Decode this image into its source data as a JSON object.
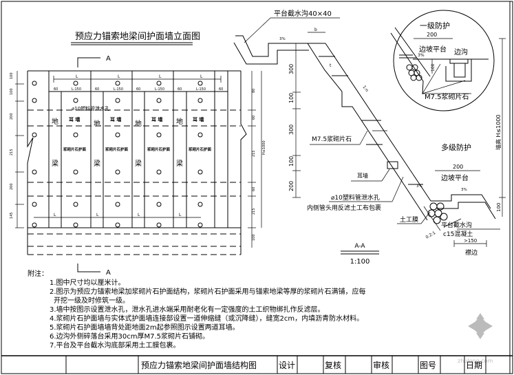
{
  "elevation": {
    "title": "预应力锚索地梁间护面墙立面图",
    "section_marker": "A",
    "beam_chars": [
      "地",
      "梁"
    ],
    "ear_wall_label": "耳 墙",
    "panel_label": "浆砌片石护面",
    "drain_label": "⌀10塑料管泄水孔",
    "dim_L": "L",
    "dim_L150": "L-150",
    "dim_60": "60",
    "left_dims": [
      "100",
      "100",
      "200",
      "215",
      "200",
      "145"
    ],
    "right_dims": [
      "80",
      "60",
      "215",
      "60",
      "215",
      "100"
    ],
    "total_height": "H≤1000"
  },
  "section": {
    "top_ditch_label": "平台截水沟40×40",
    "slope_3pct": "3%",
    "dim_b": "b",
    "dim_t": "t",
    "slope_ratio": "1:n",
    "dims_vertical": [
      "300",
      "100",
      "300",
      "100",
      "200",
      "100"
    ],
    "mortar_stone": "M7.5浆砌片石",
    "ear_wall": "耳墙",
    "drain_pipe": "⌀10塑料管泄水孔",
    "drain_wrap": "内侧管头用反滤土工布包裹",
    "geomembrane": "土工膜",
    "ratio_02": "0.2:1",
    "platform_ditch": "平台截水沟",
    "concrete": "c15混凝土",
    "dim_150": ">150",
    "berm_edge": "襟边",
    "height_label": "墙高 H≤1000",
    "multi_level": "多级防护",
    "slope_platform": "边坡平台",
    "dim_200": "200",
    "title": "A-A",
    "scale": "1:100"
  },
  "detail": {
    "title": "一级防护",
    "dim_200": "200",
    "slope_platform": "边坡平台",
    "side_ditch": "边沟",
    "slope_3pct": "3%",
    "dim_100": "100",
    "mortar_stone": "M7.5浆砌片石"
  },
  "notes": {
    "heading": "附注：",
    "items": [
      "1.图中尺寸均以厘米计。",
      "2.图示为预应力锚索地梁加浆砌片石护面结构，浆砌片石护面采用与锚索地梁等厚的浆砌片石满铺，应每",
      "   开挖一级及时修筑一级。",
      "3.墙中按图示设置泄水孔，泄水孔进水端采用耐老化有一定强度的土工织物绑扎作反滤层。",
      "4.浆砌片石护面墙与实体式护面墙连接部设置一道伸缩缝（或沉降缝），缝宽2cm，内填沥青防水材料。",
      "5.浆砌片石护面墙墙背处距地面2m起参照图示设置两道耳墙。",
      "6.边沟外侧碎落台采用30cm厚M7.5浆砌片石铺砌。",
      "7.平台及平台截水沟底部采用土工膜包裹。"
    ]
  },
  "title_block": {
    "drawing_title": "预应力锚索地梁间护面墙结构图",
    "design": "设计",
    "review": "复核",
    "approve": "审核",
    "drawing_no": "图号",
    "date": "日期"
  },
  "watermark": "zhulong.com"
}
